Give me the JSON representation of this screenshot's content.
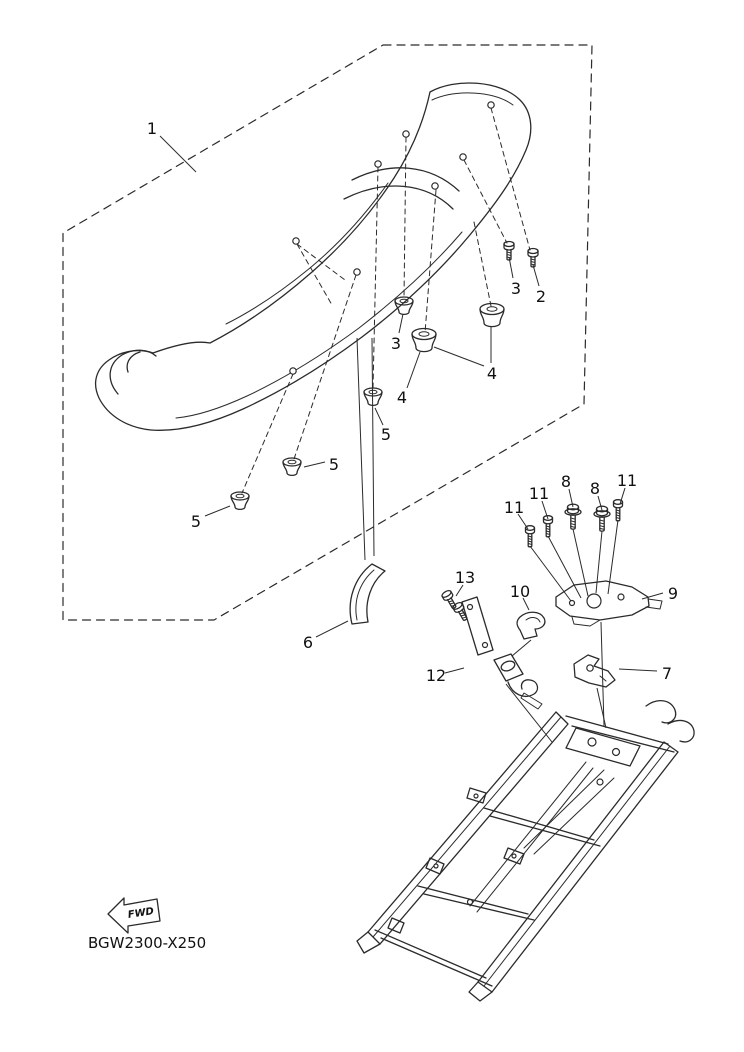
{
  "page": {
    "background": "#ffffff",
    "line_color": "#2b2b2b"
  },
  "diagram": {
    "part_code": "BGW2300-X250",
    "fwd_label": "FWD",
    "callouts": [
      {
        "n": "1"
      },
      {
        "n": "2"
      },
      {
        "n": "3"
      },
      {
        "n": "3"
      },
      {
        "n": "4"
      },
      {
        "n": "4"
      },
      {
        "n": "5"
      },
      {
        "n": "5"
      },
      {
        "n": "5"
      },
      {
        "n": "6"
      },
      {
        "n": "7"
      },
      {
        "n": "8"
      },
      {
        "n": "8"
      },
      {
        "n": "9"
      },
      {
        "n": "10"
      },
      {
        "n": "11"
      },
      {
        "n": "11"
      },
      {
        "n": "11"
      },
      {
        "n": "12"
      },
      {
        "n": "13"
      }
    ]
  }
}
